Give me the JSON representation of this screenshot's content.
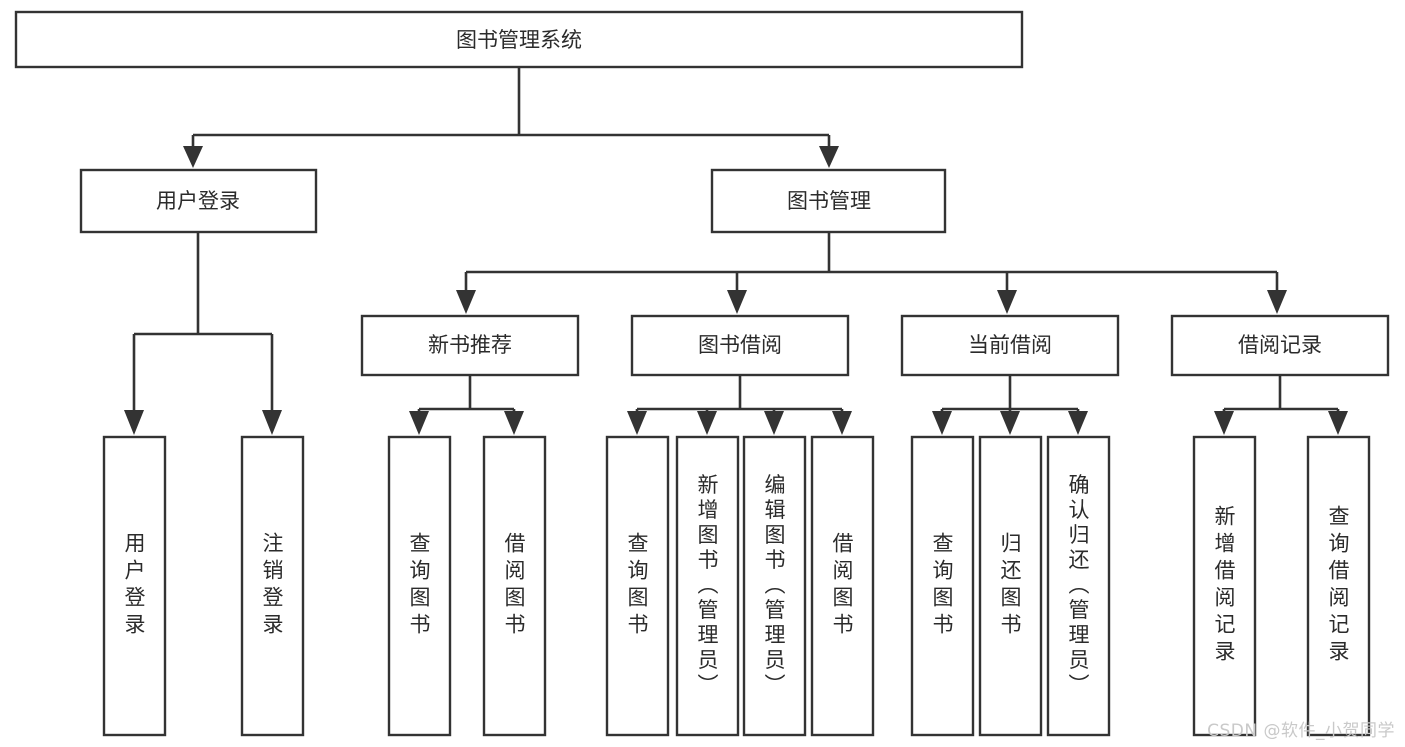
{
  "diagram": {
    "type": "tree-hierarchy-diagram",
    "title": "图书管理系统",
    "watermark": "CSDN @软件_小贺同学",
    "colors": {
      "box_stroke": "#333333",
      "box_fill": "#ffffff",
      "text": "#2b2b2b",
      "background": "#ffffff",
      "watermark": "#c9c9c9"
    },
    "levels": {
      "root": {
        "label": "图书管理系统",
        "orientation": "horizontal"
      },
      "level2": [
        {
          "label": "用户登录",
          "orientation": "horizontal"
        },
        {
          "label": "图书管理",
          "orientation": "horizontal"
        }
      ],
      "level3": [
        {
          "label": "新书推荐",
          "orientation": "horizontal",
          "parent": "图书管理"
        },
        {
          "label": "图书借阅",
          "orientation": "horizontal",
          "parent": "图书管理"
        },
        {
          "label": "当前借阅",
          "orientation": "horizontal",
          "parent": "图书管理"
        },
        {
          "label": "借阅记录",
          "orientation": "horizontal",
          "parent": "图书管理"
        }
      ],
      "leaves": [
        {
          "label": "用户登录",
          "orientation": "vertical",
          "parent": "用户登录"
        },
        {
          "label": "注销登录",
          "orientation": "vertical",
          "parent": "用户登录"
        },
        {
          "label": "查询图书",
          "orientation": "vertical",
          "parent": "新书推荐"
        },
        {
          "label": "借阅图书",
          "orientation": "vertical",
          "parent": "新书推荐"
        },
        {
          "label": "查询图书",
          "orientation": "vertical",
          "parent": "图书借阅"
        },
        {
          "label": "新增图书（管理员）",
          "orientation": "vertical",
          "parent": "图书借阅"
        },
        {
          "label": "编辑图书（管理员）",
          "orientation": "vertical",
          "parent": "图书借阅"
        },
        {
          "label": "借阅图书",
          "orientation": "vertical",
          "parent": "图书借阅"
        },
        {
          "label": "查询图书",
          "orientation": "vertical",
          "parent": "当前借阅"
        },
        {
          "label": "归还图书",
          "orientation": "vertical",
          "parent": "当前借阅"
        },
        {
          "label": "确认归还（管理员）",
          "orientation": "vertical",
          "parent": "当前借阅"
        },
        {
          "label": "新增借阅记录",
          "orientation": "vertical",
          "parent": "借阅记录"
        },
        {
          "label": "查询借阅记录",
          "orientation": "vertical",
          "parent": "借阅记录"
        }
      ]
    },
    "node_text": {
      "root": "图书管理系统",
      "n_user_login": "用户登录",
      "n_book_manage": "图书管理",
      "n_new_book_rec": "新书推荐",
      "n_book_borrow": "图书借阅",
      "n_current_borrow": "当前借阅",
      "n_borrow_record": "借阅记录",
      "leaf_user_login": "用户登录",
      "leaf_logout": "注销登录",
      "leaf_query_book_a": "查询图书",
      "leaf_borrow_book_a": "借阅图书",
      "leaf_query_book_b": "查询图书",
      "leaf_add_book": "新增图书（管理员）",
      "leaf_edit_book": "编辑图书（管理员）",
      "leaf_borrow_book_b": "借阅图书",
      "leaf_query_book_c": "查询图书",
      "leaf_return_book": "归还图书",
      "leaf_confirm_return": "确认归还（管理员）",
      "leaf_add_record": "新增借阅记录",
      "leaf_query_record": "查询借阅记录"
    }
  }
}
